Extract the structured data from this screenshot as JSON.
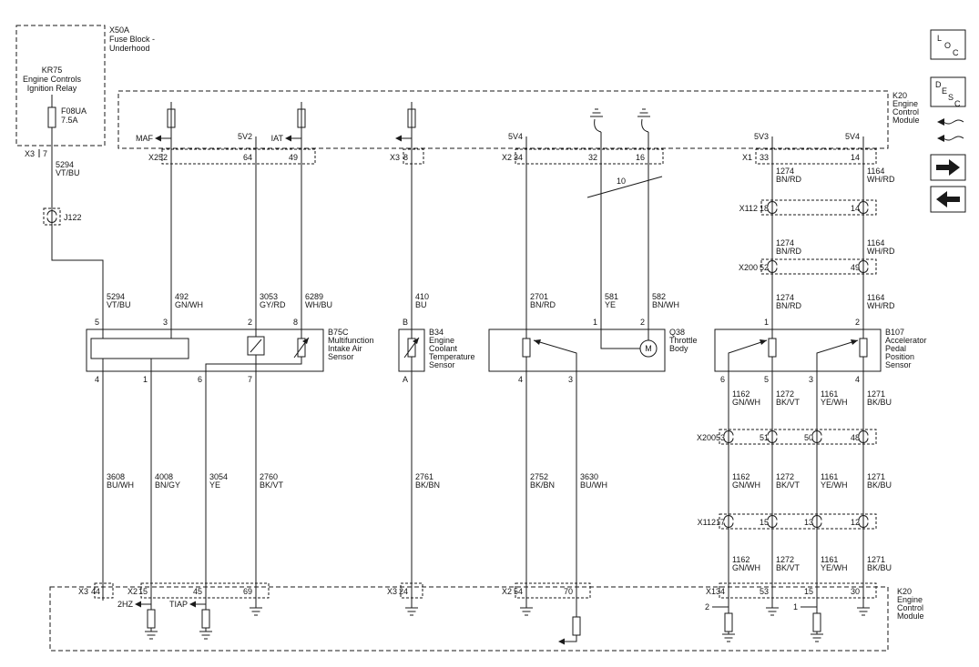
{
  "style": {
    "ink": "#1a1a1a",
    "background": "#ffffff"
  },
  "fuse_block": {
    "id": "X50A",
    "name1": "Fuse Block -",
    "name2": "Underhood",
    "relay_id": "KR75",
    "relay_name1": "Engine Controls",
    "relay_name2": "Ignition Relay",
    "fuse_id": "F08UA",
    "fuse_rating": "7.5A",
    "conn": "X3",
    "pin": "7"
  },
  "j122_label": "J122",
  "bundle_label": "10",
  "ecm_top": {
    "id": "K20",
    "name1": "Engine",
    "name2": "Control",
    "name3": "Module",
    "sig_maf": "MAF",
    "sig_iat": "IAT",
    "ref1": "5V2",
    "ref2": "5V4",
    "ref3": "5V3",
    "ref4": "5V4",
    "conn1": {
      "name": "X2",
      "p1": "52",
      "p2": "64",
      "p3": "49"
    },
    "conn2": {
      "name": "X3",
      "p1": "8"
    },
    "conn3": {
      "name": "X2",
      "p1": "34",
      "p2": "32",
      "p3": "16"
    },
    "conn4": {
      "name": "X1",
      "p1": "33",
      "p2": "14"
    }
  },
  "wires": {
    "w5294": {
      "num": "5294",
      "color": "VT/BU"
    },
    "w492": {
      "num": "492",
      "color": "GN/WH"
    },
    "w3053": {
      "num": "3053",
      "color": "GY/RD"
    },
    "w6289": {
      "num": "6289",
      "color": "WH/BU"
    },
    "w410": {
      "num": "410",
      "color": "BU"
    },
    "w2701": {
      "num": "2701",
      "color": "BN/RD"
    },
    "w581": {
      "num": "581",
      "color": "YE"
    },
    "w582": {
      "num": "582",
      "color": "BN/WH"
    },
    "w1274": {
      "num": "1274",
      "color": "BN/RD"
    },
    "w1164": {
      "num": "1164",
      "color": "WH/RD"
    },
    "w3608": {
      "num": "3608",
      "color": "BU/WH"
    },
    "w4008": {
      "num": "4008",
      "color": "BN/GY"
    },
    "w3054": {
      "num": "3054",
      "color": "YE"
    },
    "w2760": {
      "num": "2760",
      "color": "BK/VT"
    },
    "w2761": {
      "num": "2761",
      "color": "BK/BN"
    },
    "w2752": {
      "num": "2752",
      "color": "BK/BN"
    },
    "w3630": {
      "num": "3630",
      "color": "BU/WH"
    },
    "w1162": {
      "num": "1162",
      "color": "GN/WH"
    },
    "w1272": {
      "num": "1272",
      "color": "BK/VT"
    },
    "w1161": {
      "num": "1161",
      "color": "YE/WH"
    },
    "w1271": {
      "num": "1271",
      "color": "BK/BU"
    }
  },
  "b75c": {
    "id": "B75C",
    "name1": "Multifunction",
    "name2": "Intake Air",
    "name3": "Sensor",
    "pin_t1": "5",
    "pin_t2": "3",
    "pin_t3": "2",
    "pin_t4": "8",
    "pin_b1": "4",
    "pin_b2": "1",
    "pin_b3": "6",
    "pin_b4": "7"
  },
  "b34": {
    "id": "B34",
    "name1": "Engine",
    "name2": "Coolant",
    "name3": "Temperature",
    "name4": "Sensor",
    "pin_t": "B",
    "pin_b": "A"
  },
  "q38": {
    "id": "Q38",
    "name1": "Throttle",
    "name2": "Body",
    "motor": "M",
    "pin_t1": "1",
    "pin_t2": "2",
    "pin_b1": "4",
    "pin_b2": "3"
  },
  "b107": {
    "id": "B107",
    "name1": "Accelerator",
    "name2": "Pedal",
    "name3": "Position",
    "name4": "Sensor",
    "pin_t1": "1",
    "pin_t2": "2",
    "pin_b1": "6",
    "pin_b2": "5",
    "pin_b3": "3",
    "pin_b4": "4"
  },
  "x112_top": {
    "name": "X112",
    "p1": "18",
    "p2": "14"
  },
  "x200_top": {
    "name": "X200",
    "p1": "52",
    "p2": "49"
  },
  "x200_mid": {
    "name": "X200",
    "p1": "53",
    "p2": "51",
    "p3": "50",
    "p4": "48"
  },
  "x112_mid": {
    "name": "X112",
    "p1": "17",
    "p2": "15",
    "p3": "13",
    "p4": "12"
  },
  "ecm_bottom": {
    "id": "K20",
    "name1": "Engine",
    "name2": "Control",
    "name3": "Module",
    "conn1": {
      "name": "X3",
      "p1": "44"
    },
    "conn2": {
      "name": "X2",
      "p1": "15",
      "p2": "45",
      "p3": "69"
    },
    "conn3": {
      "name": "X3",
      "p1": "24"
    },
    "conn4": {
      "name": "X2",
      "p1": "54",
      "p2": "70"
    },
    "conn5": {
      "name": "X1",
      "p1": "34",
      "p2": "53",
      "p3": "15",
      "p4": "30"
    },
    "sig_2hz": "2HZ",
    "sig_tiap": "TIAP",
    "node2": "2",
    "node1": "1"
  },
  "legend": {
    "loc": [
      "L",
      "O",
      "C"
    ],
    "desc": [
      "D",
      "E",
      "S",
      "C"
    ]
  }
}
